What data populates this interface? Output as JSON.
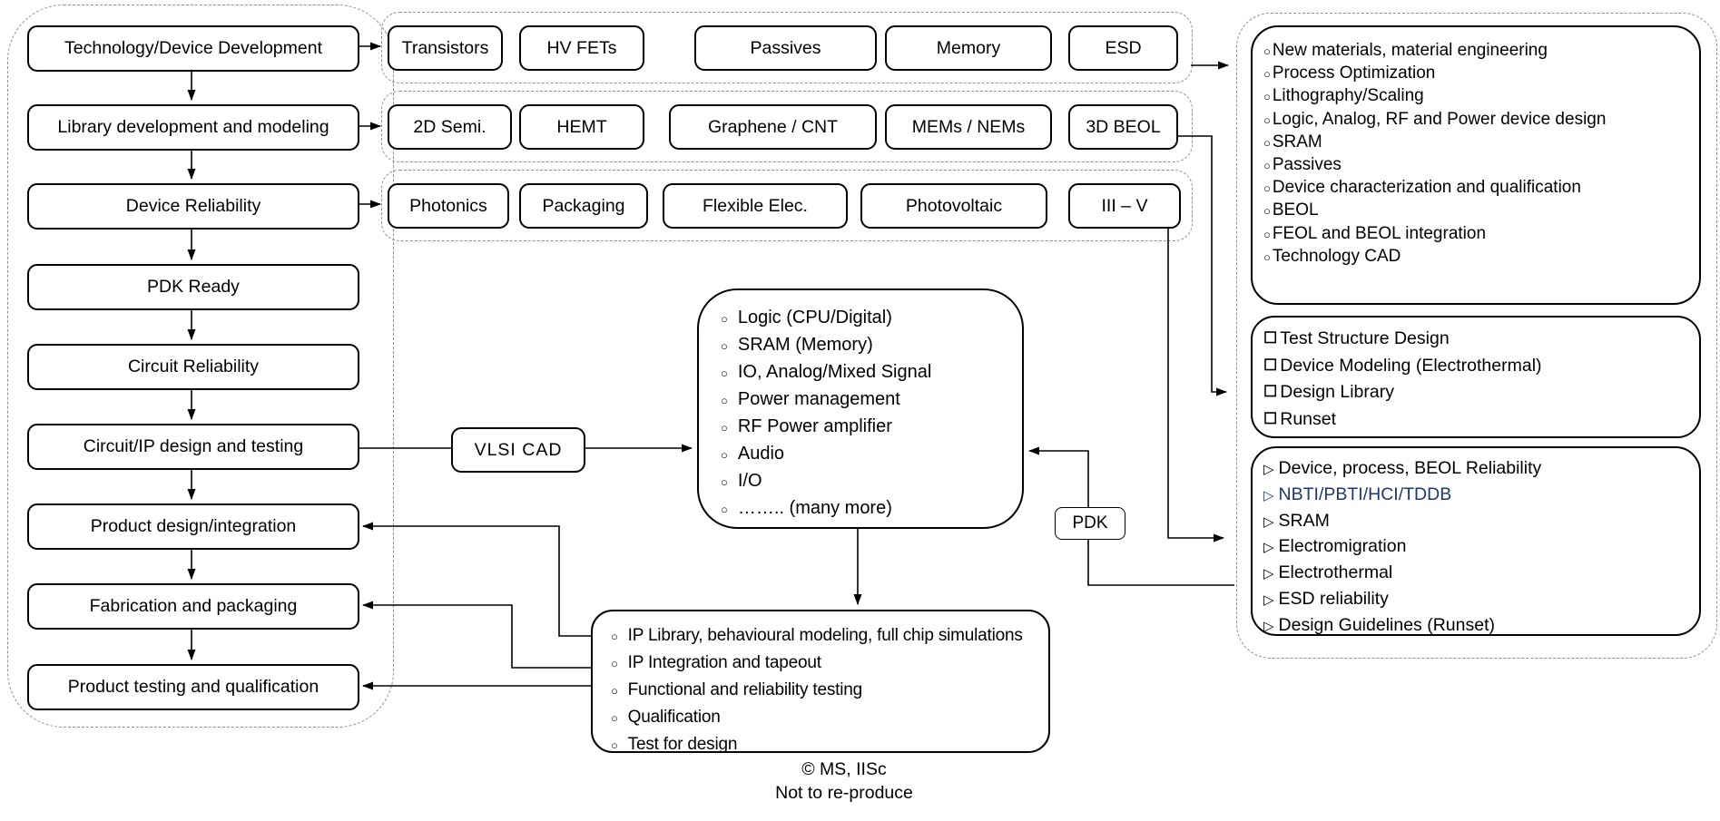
{
  "slide": {
    "footer_line1": "© MS, IISc",
    "footer_line2": "Not to re-produce"
  },
  "colors": {
    "highlight_navy": "#1F3864",
    "box_border": "#000000",
    "container_dash": "#8f8f8f"
  },
  "left_flow": {
    "steps": [
      {
        "label": "Technology/Device Development"
      },
      {
        "label": "Library development and modeling"
      },
      {
        "label": "Device Reliability"
      },
      {
        "label": "PDK Ready"
      },
      {
        "label": "Circuit Reliability"
      },
      {
        "label": "Circuit/IP design and testing"
      },
      {
        "label": "Product design/integration"
      },
      {
        "label": "Fabrication and packaging"
      },
      {
        "label": "Product testing and qualification"
      }
    ]
  },
  "tech_rows": [
    {
      "items": [
        "Transistors",
        "HV FETs",
        "Passives",
        "Memory",
        "ESD"
      ]
    },
    {
      "items": [
        "2D Semi.",
        "HEMT",
        "Graphene / CNT",
        "MEMs / NEMs",
        "3D BEOL"
      ]
    },
    {
      "items": [
        "Photonics",
        "Packaging",
        "Flexible Elec.",
        "Photovoltaic",
        "III – V"
      ]
    }
  ],
  "vlsi_cad_label": "VLSI CAD",
  "pdk_label": "PDK",
  "ip_blocks": {
    "bullet": "○",
    "items": [
      "Logic (CPU/Digital)",
      "SRAM (Memory)",
      "IO, Analog/Mixed Signal",
      "Power management",
      "RF Power amplifier",
      "Audio",
      "I/O",
      "…….. (many more)"
    ]
  },
  "design_flow": {
    "bullet": "○",
    "items": [
      "IP Library, behavioural modeling, full chip simulations",
      "IP Integration and tapeout",
      "Functional and reliability testing",
      "Qualification",
      "Test for design"
    ]
  },
  "right_panel": {
    "process_box": {
      "bullet": "○",
      "items": [
        "New materials, material engineering",
        "Process Optimization",
        "Lithography/Scaling",
        "Logic, Analog, RF and Power device design",
        "SRAM",
        "Passives",
        "Device characterization and qualification",
        "BEOL",
        "FEOL and BEOL integration",
        "Technology CAD"
      ]
    },
    "enablement_box": {
      "bullet": "☐",
      "items": [
        "Test Structure Design",
        "Device Modeling (Electrothermal)",
        "Design Library",
        "Runset"
      ]
    },
    "reliability_box": {
      "bullet": "▷",
      "items": [
        "Device, process, BEOL Reliability",
        "NBTI/PBTI/HCI/TDDB",
        "SRAM",
        "Electromigration",
        "Electrothermal",
        "ESD reliability",
        "Design Guidelines (Runset)"
      ],
      "highlight_item_index": 1
    }
  }
}
